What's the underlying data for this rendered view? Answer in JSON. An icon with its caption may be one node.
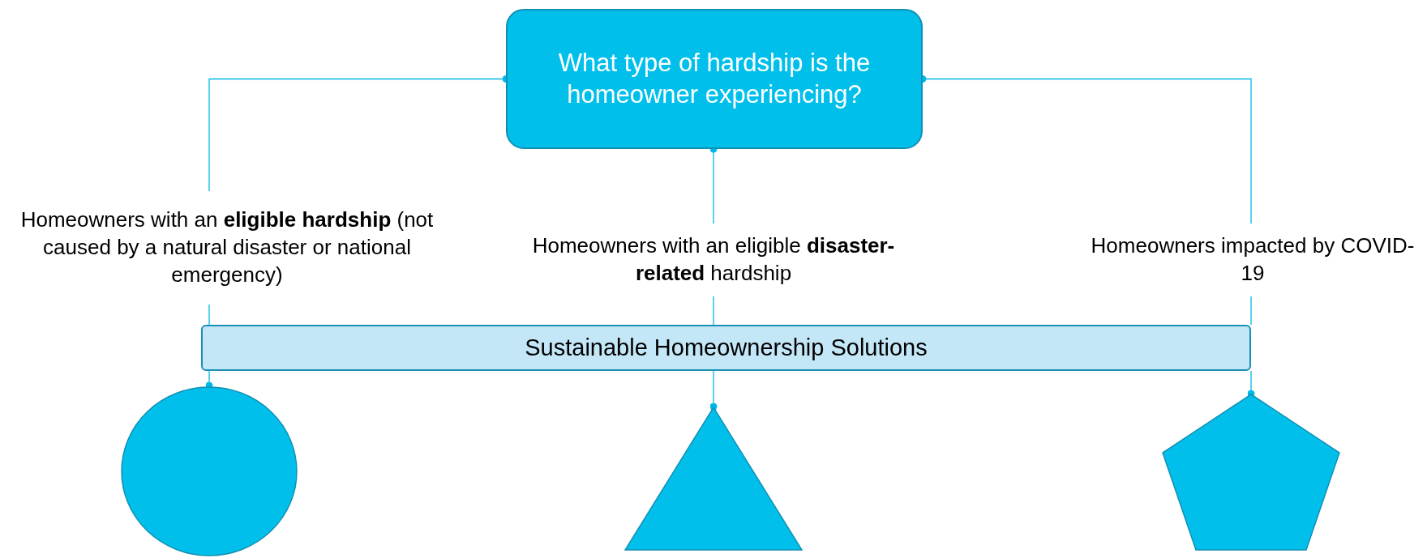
{
  "diagram": {
    "nodes": [
      {
        "text": [
          "What type of hardship is the homeowner experiencing?"
        ]
      },
      {
        "text": [
          "Homeowners with an **eligible hardship** (not caused by a natural disaster or national emergency)"
        ]
      },
      {
        "text": [
          "Homeowners with an eligible **disaster-related** hardship"
        ]
      },
      {
        "text": [
          "Homeowners impacted by COVID-19"
        ]
      },
      {
        "text": [
          "Sustainable Homeownership Solutions"
        ]
      },
      {
        "text": [],
        "shape": "circle"
      },
      {
        "text": [],
        "shape": "triangle"
      },
      {
        "text": [],
        "shape": "pentagon"
      }
    ],
    "edges": [
      {
        "from": 0,
        "to": 1,
        "arrow": "other"
      },
      {
        "from": 0,
        "to": 2,
        "arrow": "other"
      },
      {
        "from": 0,
        "to": 3,
        "arrow": "other"
      },
      {
        "from": 1,
        "to": 4,
        "arrow": "none"
      },
      {
        "from": 2,
        "to": 4,
        "arrow": "none"
      },
      {
        "from": 3,
        "to": 4,
        "arrow": "none"
      },
      {
        "from": 5,
        "to": 4,
        "arrow": "other"
      },
      {
        "from": 6,
        "to": 4,
        "arrow": "other"
      },
      {
        "from": 7,
        "to": 4,
        "arrow": "other"
      }
    ]
  }
}
